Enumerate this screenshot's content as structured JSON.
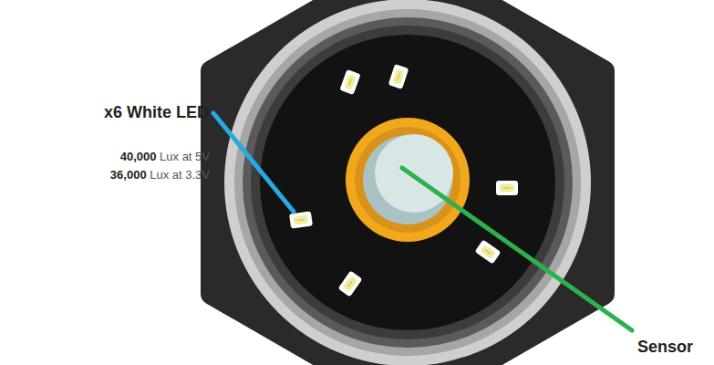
{
  "diagram": {
    "labels": [
      "x6 White LED",
      "40,000 Lux at 5V",
      "36,000 Lux at 3.3V",
      "Sensor"
    ]
  }
}
